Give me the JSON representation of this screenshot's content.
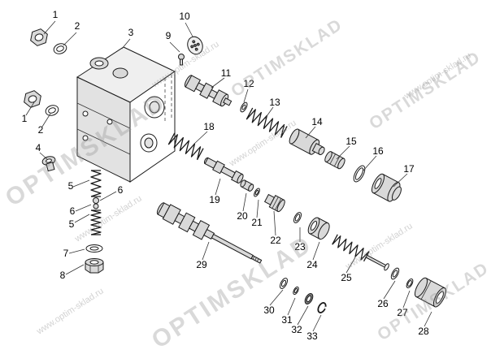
{
  "watermark": {
    "brand": "OPTIMSKLAD",
    "url": "www.optim-sklad.ru"
  },
  "parts": {
    "n1a": "1",
    "n2a": "2",
    "n3": "3",
    "n9": "9",
    "n10": "10",
    "n1b": "1",
    "n2b": "2",
    "n4": "4",
    "n5a": "5",
    "n6a": "6",
    "n6b": "6",
    "n5b": "5",
    "n7": "7",
    "n8": "8",
    "n11": "11",
    "n12": "12",
    "n13": "13",
    "n14": "14",
    "n15": "15",
    "n16": "16",
    "n17": "17",
    "n18": "18",
    "n19": "19",
    "n20": "20",
    "n21": "21",
    "n22": "22",
    "n23": "23",
    "n24": "24",
    "n25": "25",
    "n26": "26",
    "n27": "27",
    "n28": "28",
    "n29": "29",
    "n30": "30",
    "n31": "31",
    "n32": "32",
    "n33": "33"
  }
}
